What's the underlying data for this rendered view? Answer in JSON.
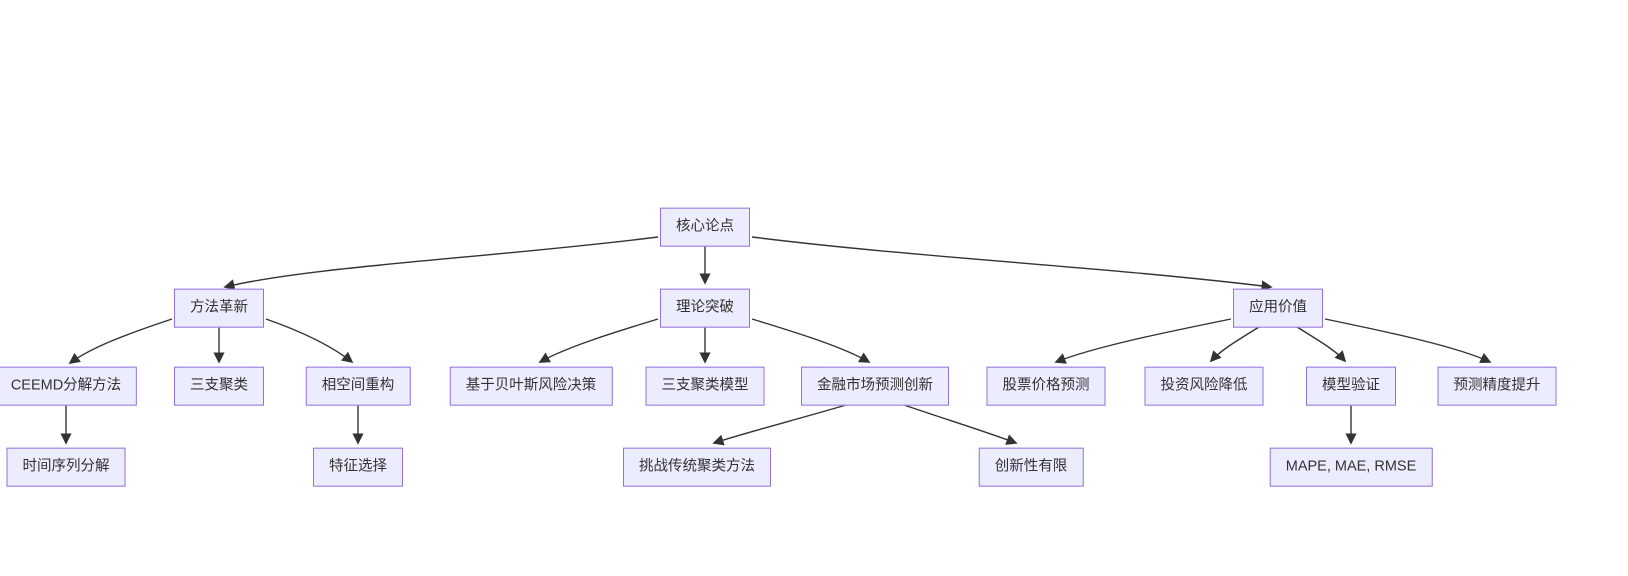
{
  "diagram": {
    "type": "flowchart-tree",
    "background_color": "#ffffff",
    "node_fill_color": "#ECECFF",
    "node_border_color": "#9370DB",
    "node_text_color": "#333333",
    "edge_color": "#333333",
    "nodes": {
      "root": "核心论点",
      "method": "方法革新",
      "theory": "理论突破",
      "application": "应用价值",
      "ceemd": "CEEMD分解方法",
      "three_way": "三支聚类",
      "phase_space": "相空间重构",
      "time_series": "时间序列分解",
      "feature_selection": "特征选择",
      "bayes": "基于贝叶斯风险决策",
      "three_way_model": "三支聚类模型",
      "finance_innovation": "金融市场预测创新",
      "challenge_clustering": "挑战传统聚类方法",
      "limited_innovation": "创新性有限",
      "stock_prediction": "股票价格预测",
      "risk_reduction": "投资风险降低",
      "model_validation": "模型验证",
      "accuracy_improvement": "预测精度提升",
      "metrics": "MAPE, MAE, RMSE"
    },
    "edges": [
      {
        "from": "root",
        "to": "method"
      },
      {
        "from": "root",
        "to": "theory"
      },
      {
        "from": "root",
        "to": "application"
      },
      {
        "from": "method",
        "to": "ceemd"
      },
      {
        "from": "method",
        "to": "three_way"
      },
      {
        "from": "method",
        "to": "phase_space"
      },
      {
        "from": "ceemd",
        "to": "time_series"
      },
      {
        "from": "phase_space",
        "to": "feature_selection"
      },
      {
        "from": "theory",
        "to": "bayes"
      },
      {
        "from": "theory",
        "to": "three_way_model"
      },
      {
        "from": "theory",
        "to": "finance_innovation"
      },
      {
        "from": "finance_innovation",
        "to": "challenge_clustering"
      },
      {
        "from": "finance_innovation",
        "to": "limited_innovation"
      },
      {
        "from": "application",
        "to": "stock_prediction"
      },
      {
        "from": "application",
        "to": "risk_reduction"
      },
      {
        "from": "application",
        "to": "model_validation"
      },
      {
        "from": "application",
        "to": "accuracy_improvement"
      },
      {
        "from": "model_validation",
        "to": "metrics"
      }
    ]
  }
}
